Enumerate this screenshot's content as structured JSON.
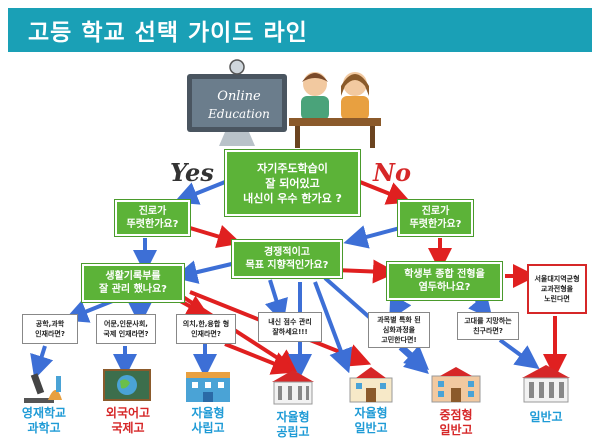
{
  "title": "고등 학교 선택 가이드 라인",
  "illustration": {
    "screen_text_1": "Online",
    "screen_text_2": "Education"
  },
  "branch_labels": {
    "yes": "Yes",
    "no": "No"
  },
  "nodes": {
    "root": "자기주도학습이\n잘 되어있고\n내신이 우수 한가요 ?",
    "career_left": "진로가\n뚜렷한가요?",
    "career_right": "진로가\n뚜렷한가요?",
    "economic": "경쟁적이고\n목표 지향적인가요?",
    "record_mgmt": "생활기록부를\n잘 관리 했나요?",
    "comprehensive": "학생부 종합 전형을\n염두하나요?",
    "q_science": "공학,과학\n인재라면?",
    "q_language": "어문,인문사회,\n국제 인재라면?",
    "q_medical": "의치,한,융합 형\n인재라면?",
    "q_grades": "내신 점수 관리\n잘하세요!!!",
    "q_subjects": "과목별 특화 된\n심화과정을\n고민한다면!",
    "q_friends": "고대를 지망하는\n친구라면?",
    "q_seoul": "서울대지역균형\n교과전형을\n노린다면"
  },
  "destinations": [
    {
      "label": "영재학교\n과학고",
      "color": "#1f9bd6"
    },
    {
      "label": "외국어고\n국제고",
      "color": "#d62728"
    },
    {
      "label": "자율형\n사립고",
      "color": "#1f9bd6"
    },
    {
      "label": "자율형\n공립고",
      "color": "#1f9bd6"
    },
    {
      "label": "자율형\n일반고",
      "color": "#1f9bd6"
    },
    {
      "label": "중점형\n일반고",
      "color": "#d62728"
    },
    {
      "label": "일반고",
      "color": "#1f9bd6"
    }
  ],
  "colors": {
    "banner": "#1aa0b6",
    "node": "#5cb338",
    "blue_arrow": "#3d6fd6",
    "red_arrow": "#e02020"
  },
  "icons": [
    "computer-icon",
    "students-icon",
    "microscope-icon",
    "globe-icon",
    "building-icon",
    "school-icon"
  ]
}
